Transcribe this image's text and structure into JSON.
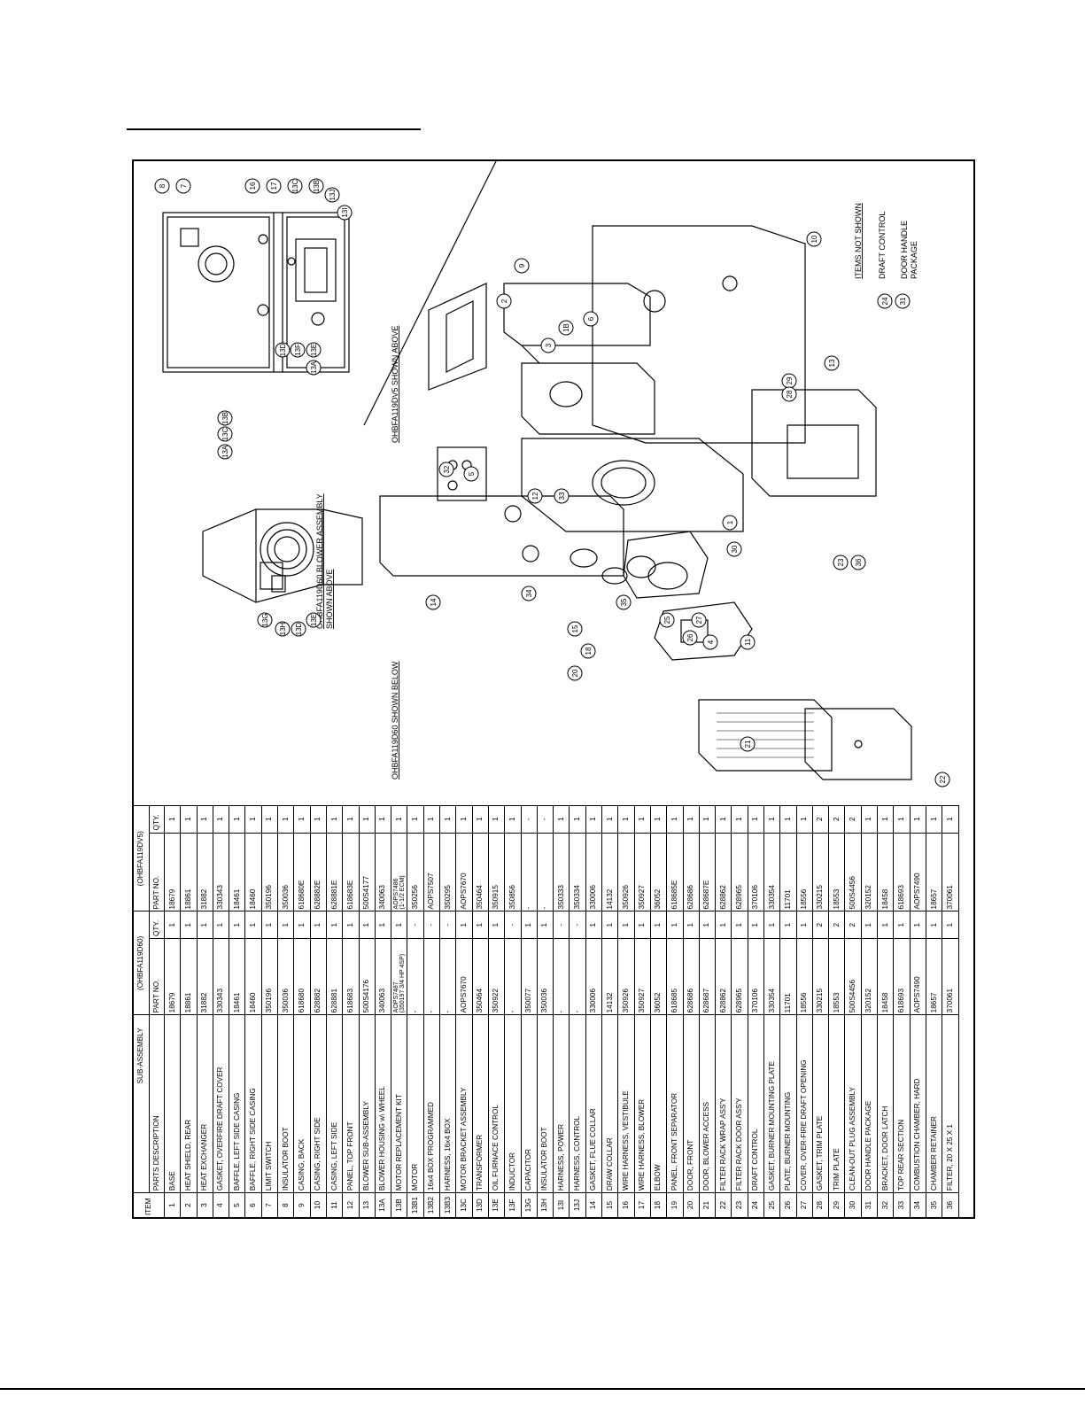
{
  "table": {
    "headers": {
      "item": "ITEM",
      "sub_assembly": "SUB-ASSEMBLY",
      "parts_description": "PARTS DESCRIPTION",
      "model_a": "(OHBFA119D60)",
      "model_b": "(OHBFA119DV5)",
      "part_no": "PART NO.",
      "qty": "QTY."
    },
    "rows": [
      {
        "item": "1",
        "desc": "BASE",
        "pa": "18679",
        "qa": "1",
        "pb": "18679",
        "qb": "1"
      },
      {
        "item": "2",
        "desc": "HEAT SHIELD, REAR",
        "pa": "18861",
        "qa": "1",
        "pb": "18861",
        "qb": "1"
      },
      {
        "item": "3",
        "desc": "HEAT EXCHANGER",
        "pa": "31882",
        "qa": "1",
        "pb": "31882",
        "qb": "1"
      },
      {
        "item": "4",
        "desc": "GASKET, OVERFIRE DRAFT COVER",
        "pa": "330343",
        "qa": "1",
        "pb": "330343",
        "qb": "1"
      },
      {
        "item": "5",
        "desc": "BAFFLE, LEFT SIDE CASING",
        "pa": "18461",
        "qa": "1",
        "pb": "18461",
        "qb": "1"
      },
      {
        "item": "6",
        "desc": "BAFFLE, RIGHT SIDE CASING",
        "pa": "18460",
        "qa": "1",
        "pb": "18460",
        "qb": "1"
      },
      {
        "item": "7",
        "desc": "LIMIT SWITCH",
        "pa": "350196",
        "qa": "1",
        "pb": "350196",
        "qb": "1"
      },
      {
        "item": "8",
        "desc": "INSULATOR BOOT",
        "pa": "350036",
        "qa": "1",
        "pb": "350036",
        "qb": "1"
      },
      {
        "item": "9",
        "desc": "CASING, BACK",
        "pa": "618680",
        "qa": "1",
        "pb": "618680E",
        "qb": "1"
      },
      {
        "item": "10",
        "desc": "CASING, RIGHT SIDE",
        "pa": "628882",
        "qa": "1",
        "pb": "628882E",
        "qb": "1"
      },
      {
        "item": "11",
        "desc": "CASING, LEFT SIDE",
        "pa": "628881",
        "qa": "1",
        "pb": "628881E",
        "qb": "1"
      },
      {
        "item": "12",
        "desc": "PANEL, TOP FRONT",
        "pa": "618683",
        "qa": "1",
        "pb": "618683E",
        "qb": "1"
      },
      {
        "item": "13",
        "desc": "BLOWER SUB-ASSEMBLY",
        "pa": "500S4176",
        "qa": "1",
        "pb": "500S4177",
        "qb": "1"
      },
      {
        "item": "13A",
        "desc": "BLOWER HOUSING w\\ WHEEL",
        "pa": "340063",
        "qa": "1",
        "pb": "340063",
        "qb": "1"
      },
      {
        "item": "13B",
        "desc": "MOTOR REPLACEMENT KIT",
        "pa": "AOPS7487",
        "pa2": "(350197 3/4 HP 4SP)",
        "qa": "1",
        "pb": "AOPS7486",
        "pb2": "(1-1/2 ECM)",
        "qb": "1"
      },
      {
        "item": "13B1",
        "desc": "MOTOR",
        "pa": "-",
        "qa": "-",
        "pb": "350256",
        "qb": "1"
      },
      {
        "item": "13B2",
        "desc": "16x4 BOX PROGRAMMED",
        "pa": "-",
        "qa": "-",
        "pb": "AOPS7507",
        "qb": "1"
      },
      {
        "item": "13B3",
        "desc": "HARNESS, 16x4 BOX",
        "pa": "-",
        "qa": "-",
        "pb": "350295",
        "qb": "1"
      },
      {
        "item": "13C",
        "desc": "MOTOR BRACKET ASSEMBLY",
        "pa": "AOPS7670",
        "qa": "1",
        "pb": "AOPS7670",
        "qb": "1"
      },
      {
        "item": "13D",
        "desc": "TRANSFORMER",
        "pa": "350464",
        "qa": "1",
        "pb": "350464",
        "qb": "1"
      },
      {
        "item": "13E",
        "desc": "OIL FURNACE CONTROL",
        "pa": "350922",
        "qa": "1",
        "pb": "350915",
        "qb": "1"
      },
      {
        "item": "13F",
        "desc": "INDUCTOR",
        "pa": "-",
        "qa": "-",
        "pb": "350856",
        "qb": "1"
      },
      {
        "item": "13G",
        "desc": "CAPACITOR",
        "pa": "350077",
        "qa": "1",
        "pb": "-",
        "qb": "-"
      },
      {
        "item": "13H",
        "desc": "INSULATOR BOOT",
        "pa": "350036",
        "qa": "1",
        "pb": "-",
        "qb": "-"
      },
      {
        "item": "13I",
        "desc": "HARNESS, POWER",
        "pa": "-",
        "qa": "-",
        "pb": "350333",
        "qb": "1"
      },
      {
        "item": "13J",
        "desc": "HARNESS, CONTROL",
        "pa": "-",
        "qa": "-",
        "pb": "350334",
        "qb": "1"
      },
      {
        "item": "14",
        "desc": "GASKET, FLUE COLLAR",
        "pa": "330006",
        "qa": "1",
        "pb": "330006",
        "qb": "1"
      },
      {
        "item": "15",
        "desc": "DRAW COLLAR",
        "pa": "14132",
        "qa": "1",
        "pb": "14132",
        "qb": "1"
      },
      {
        "item": "16",
        "desc": "WIRE HARNESS, VESTIBULE",
        "pa": "350926",
        "qa": "1",
        "pb": "350926",
        "qb": "1"
      },
      {
        "item": "17",
        "desc": "WIRE HARNESS, BLOWER",
        "pa": "350927",
        "qa": "1",
        "pb": "350927",
        "qb": "1"
      },
      {
        "item": "18",
        "desc": "ELBOW",
        "pa": "36052",
        "qa": "1",
        "pb": "36052",
        "qb": "1"
      },
      {
        "item": "19",
        "desc": "PANEL, FRONT SEPARATOR",
        "pa": "618685",
        "qa": "1",
        "pb": "618685E",
        "qb": "1"
      },
      {
        "item": "20",
        "desc": "DOOR, FRONT",
        "pa": "628686",
        "qa": "1",
        "pb": "628686",
        "qb": "1"
      },
      {
        "item": "21",
        "desc": "DOOR, BLOWER ACCESS",
        "pa": "628687",
        "qa": "1",
        "pb": "628687E",
        "qb": "1"
      },
      {
        "item": "22",
        "desc": "FILTER RACK WRAP ASS'Y",
        "pa": "628862",
        "qa": "1",
        "pb": "628862",
        "qb": "1"
      },
      {
        "item": "23",
        "desc": "FILTER RACK DOOR ASS'Y",
        "pa": "628965",
        "qa": "1",
        "pb": "628965",
        "qb": "1"
      },
      {
        "item": "24",
        "desc": "DRAFT CONTROL",
        "pa": "370106",
        "qa": "1",
        "pb": "370106",
        "qb": "1"
      },
      {
        "item": "25",
        "desc": "GASKET, BURNER MOUNTING PLATE",
        "pa": "330354",
        "qa": "1",
        "pb": "330354",
        "qb": "1"
      },
      {
        "item": "26",
        "desc": "PLATE, BURNER MOUNTING",
        "pa": "11701",
        "qa": "1",
        "pb": "11701",
        "qb": "1"
      },
      {
        "item": "27",
        "desc": "COVER, OVER-FIRE DRAFT OPENING",
        "pa": "18556",
        "qa": "1",
        "pb": "18556",
        "qb": "1"
      },
      {
        "item": "28",
        "desc": "GASKET, TRIM PLATE",
        "pa": "330215",
        "qa": "2",
        "pb": "330215",
        "qb": "2"
      },
      {
        "item": "29",
        "desc": "TRIM PLATE",
        "pa": "18553",
        "qa": "2",
        "pb": "18553",
        "qb": "2"
      },
      {
        "item": "30",
        "desc": "CLEAN-OUT PLUG ASSEMBLY",
        "pa": "500S4456",
        "qa": "2",
        "pb": "500S4456",
        "qb": "2"
      },
      {
        "item": "31",
        "desc": "DOOR HANDLE PACKAGE",
        "pa": "320152",
        "qa": "1",
        "pb": "320152",
        "qb": "1"
      },
      {
        "item": "32",
        "desc": "BRACKET, DOOR LATCH",
        "pa": "18458",
        "qa": "1",
        "pb": "18458",
        "qb": "1"
      },
      {
        "item": "33",
        "desc": "TOP REAR SECTION",
        "pa": "618693",
        "qa": "1",
        "pb": "618693",
        "qb": "1"
      },
      {
        "item": "34",
        "desc": "COMBUSTION CHAMBER, HARD",
        "pa": "AOPS7490",
        "qa": "1",
        "pb": "AOPS7490",
        "qb": "1"
      },
      {
        "item": "35",
        "desc": "CHAMBER RETAINER",
        "pa": "18657",
        "qa": "1",
        "pb": "18657",
        "qb": "1"
      },
      {
        "item": "36",
        "desc": "FILTER, 20 X 25 X 1",
        "pa": "370061",
        "qa": "1",
        "pb": "370061",
        "qb": "1"
      }
    ]
  },
  "diagram": {
    "label_dv5_above": "OHBFA119DV5 SHOWN ABOVE",
    "label_blower_above_1": "OHBFA119D60 BLOWER ASSEMBLY",
    "label_blower_above_2": "SHOWN ABOVE",
    "label_d60_below": "OHBFA119D60 SHOWN BELOW",
    "items_not_shown_title": "ITEMS NOT SHOWN",
    "not_shown": [
      {
        "num": "24",
        "label": "DRAFT CONTROL"
      },
      {
        "num": "31",
        "label": "DOOR HANDLE",
        "label2": "PACKAGE"
      }
    ],
    "callouts_dv5": [
      "8",
      "7",
      "16",
      "17",
      "13C",
      "13B",
      "13J",
      "13I",
      "13E",
      "13F",
      "13D",
      "13A"
    ],
    "callouts_blower": [
      "13A",
      "13C",
      "13B",
      "13G",
      "13H",
      "13D",
      "13E"
    ],
    "callouts_main": [
      "9",
      "2",
      "3",
      "1B",
      "6",
      "10",
      "13",
      "29",
      "28",
      "1",
      "30",
      "33",
      "12",
      "5",
      "32",
      "34",
      "35",
      "25",
      "26",
      "4",
      "27",
      "11",
      "14",
      "15",
      "18",
      "20",
      "21",
      "22",
      "23",
      "36"
    ]
  }
}
